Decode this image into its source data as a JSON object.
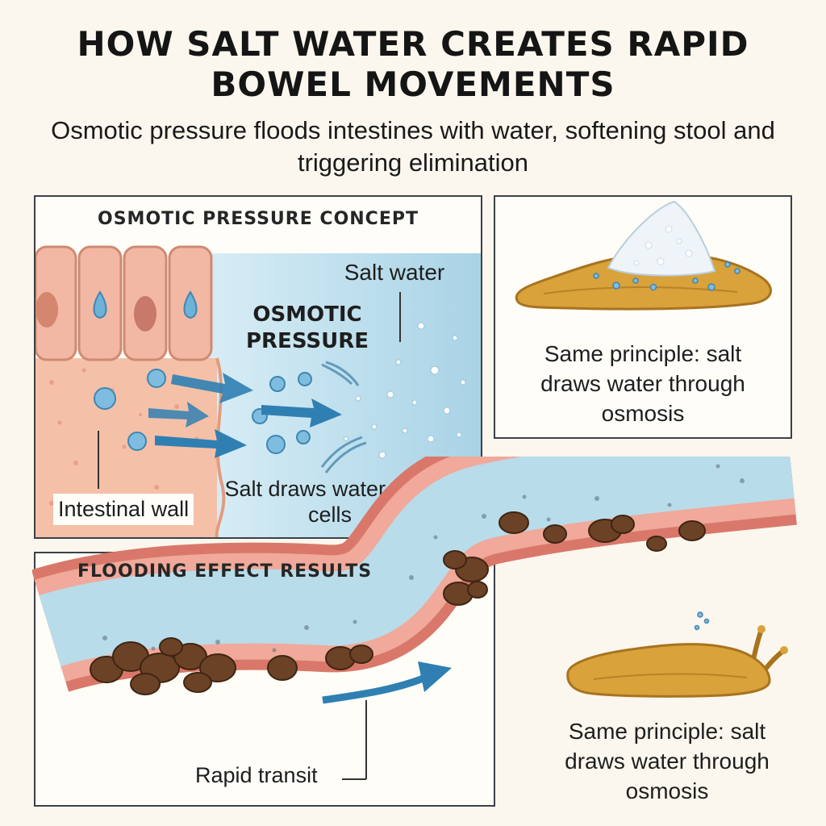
{
  "header": {
    "title": "HOW SALT WATER CREATES RAPID BOWEL MOVEMENTS",
    "subtitle": "Osmotic pressure floods intestines with water, softening stool and triggering elimination"
  },
  "osmotic_panel": {
    "heading": "OSMOTIC PRESSURE CONCEPT",
    "salt_water_label": "Salt water",
    "pressure_label": "OSMOTIC PRESSURE",
    "draw_label": "Salt draws water from cells",
    "wall_label": "Intestinal wall"
  },
  "slug_salt_panel": {
    "caption": "Same principle: salt draws water through osmosis"
  },
  "flooding_panel": {
    "heading": "FLOODING EFFECT RESULTS",
    "transit_label": "Rapid transit",
    "slug_caption": "Same principle: salt draws water through osmosis"
  },
  "colors": {
    "background": "#fbf7ee",
    "tissue": "#f3b9a0",
    "water": "#b8dcea",
    "arrow": "#2f7fb2",
    "intestine": "#d9786a",
    "stool": "#6b4226",
    "slug": "#d9a23a"
  }
}
